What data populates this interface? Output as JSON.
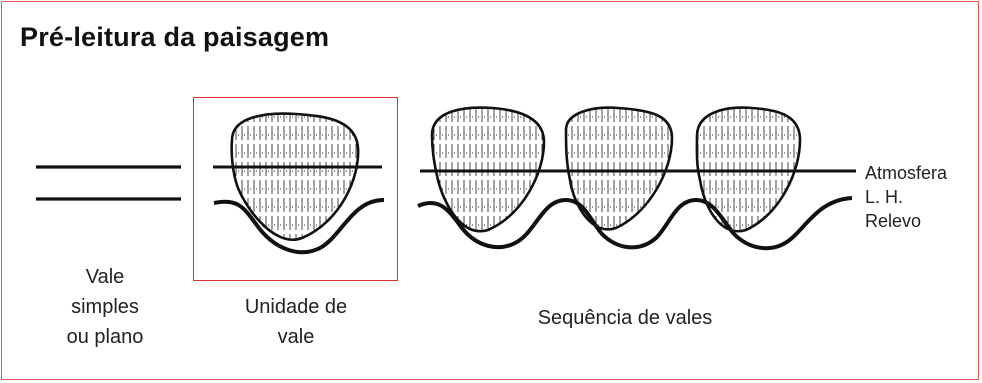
{
  "title": "Pré-leitura da paisagem",
  "labels": {
    "vale_simples": [
      "Vale",
      "simples",
      "ou plano"
    ],
    "unidade_de_vale": [
      "Unidade de",
      "vale"
    ],
    "sequencia": "Sequência de vales"
  },
  "legend": {
    "atmosfera": "Atmosfera",
    "lh": "L. H.",
    "relevo": "Relevo"
  },
  "colors": {
    "frame": "#e05a4f",
    "highlight": "#d9342b",
    "ink": "#111111"
  }
}
